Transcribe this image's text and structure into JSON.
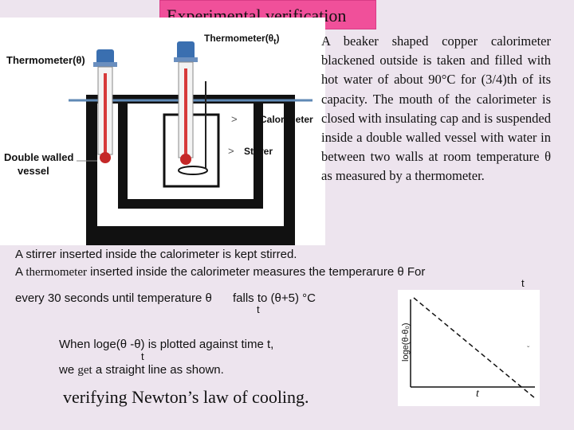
{
  "title": "Experimental verification",
  "figure": {
    "thermometer_left": "Thermometer(θ)",
    "thermometer_right": "Thermometer(θ",
    "thermometer_right_sub": "t",
    "thermometer_right_close": ")",
    "calorimeter": "Calorimeter",
    "stirrer": "Stirrer",
    "double_walled_line1": "Double walled",
    "double_walled_line2": "vessel",
    "arrow": ">"
  },
  "description": "A beaker shaped copper calorimeter blackened outside is taken and filled with hot water of about 90°C for (3/4)th of its capacity. The mouth of the calorimeter is closed with insulating cap and is suspended inside a double walled vessel with water in between two walls at room temperature θ as measured by a thermometer.",
  "body": {
    "line1": "A  stirrer inserted inside the calorimeter is kept stirred.",
    "line2_a": "A",
    "line2_b": "thermometer",
    "line2_c": "inserted  inside  the  calorimeter  measures  the  temperarure  θ",
    "line2_d": "For",
    "line2_sub": "t",
    "line3_a": "every 30 seconds until temperature θ",
    "line3_b": "falls to  (θ+5) °C",
    "line3_sub": "t",
    "line4": "When  loge(θ  -θ)  is  plotted  against  time  t,",
    "line4_sub": "t",
    "line5_a": "we",
    "line5_b": "get",
    "line5_c": "a straight line as shown."
  },
  "graph": {
    "ylabel": "loge(θ-θ₀)",
    "xlabel": "t",
    "tick": "ˇ"
  },
  "conclusion": "verifying Newton’s law of cooling."
}
